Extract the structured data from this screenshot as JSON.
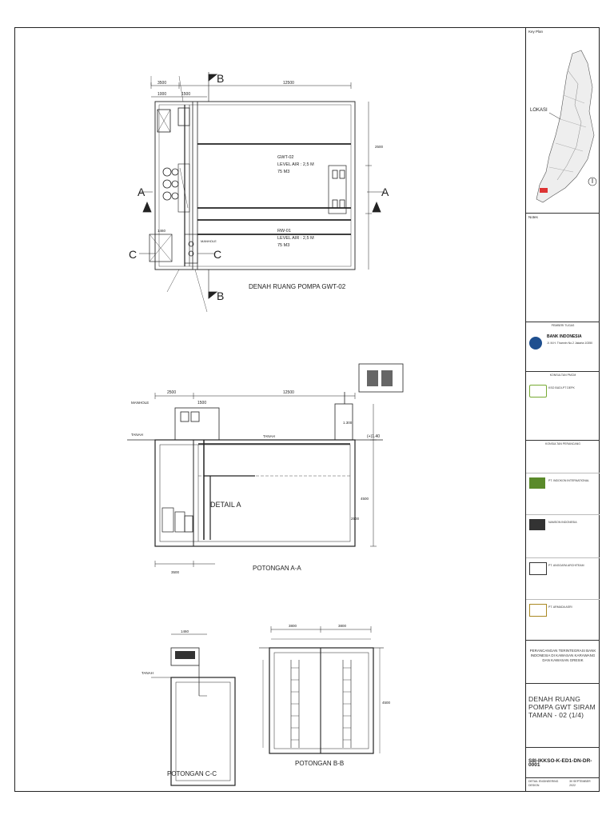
{
  "plan_view": {
    "title": "DENAH RUANG POMPA GWT-02",
    "dim_overall": "12500",
    "dim_left": "1000",
    "dim_mid": "1500",
    "dim_right": "3500",
    "tank_upper": "GWT-02",
    "tank_upper_level": "LEVEL AIR : 2,5 M",
    "tank_upper_vol": "75 M3",
    "tank_lower": "RW-01",
    "tank_lower_level": "LEVEL AIR : 2,5 M",
    "tank_lower_vol": "75 M3",
    "cut_a": "A",
    "cut_b": "B",
    "cut_c": "C",
    "dim_vert": "2500",
    "dim_side": "1460",
    "label_manhole": "MANHOLE"
  },
  "section_aa": {
    "title": "POTONGAN A-A",
    "dim_overall": "12500",
    "dim_left": "2500",
    "dim_mid": "1500",
    "detail_label": "DETAIL A",
    "label_tanah_left": "TANAH",
    "label_tanah_mid": "TANAH",
    "level_mark": "(+)1.40",
    "dim_height": "4500",
    "dim_height_low": "2500",
    "dim_top": "1.300",
    "dim_bottom": "3500",
    "label_manhole": "MANHOLE"
  },
  "section_cc": {
    "title": "POTONGAN C-C",
    "dim_top": "1460",
    "label_tanah": "TANAH"
  },
  "section_bb": {
    "title": "POTONGAN B-B",
    "dim_left": "3800",
    "dim_right": "3800",
    "dim_height": "4500"
  },
  "title_block": {
    "key_plan_label": "Key Plan",
    "lokasi_label": "LOKASI",
    "notes_label": "Notes",
    "owner_header": "PEMBERI TUGAS",
    "owner_name": "BANK INDONESIA",
    "owner_addr": "Jl. M.H. Thamrin No.2 Jakarta 10350",
    "pm_header": "KONSULTAN PMCM",
    "pm_name": "KSO BUDI-PT DEPK",
    "design_header": "KONSULTAN PERANCANG",
    "firm1": "PT. INDOKON INTERNATIONAL",
    "firm2": "NAMSON INDONESIA",
    "firm3": "PT. ANGGARA ARCHITEAM",
    "firm4": "PT. ARMADA ASRI",
    "project": "PERANCANGAN TERINTEGRASI BANK INDONESIA DI KAWASAN KARAWANG DAN KAWASAN GRESIK",
    "drawing_title": "DENAH RUANG POMPA GWT SIRAM TAMAN - 02 (1/4)",
    "drawing_number": "S8I-IKKSO-K-ED1-DN-DR-0001",
    "stage": "DETAIL ENGINEERING DESIGN",
    "date": "30 SEPTEMBER 2022"
  }
}
